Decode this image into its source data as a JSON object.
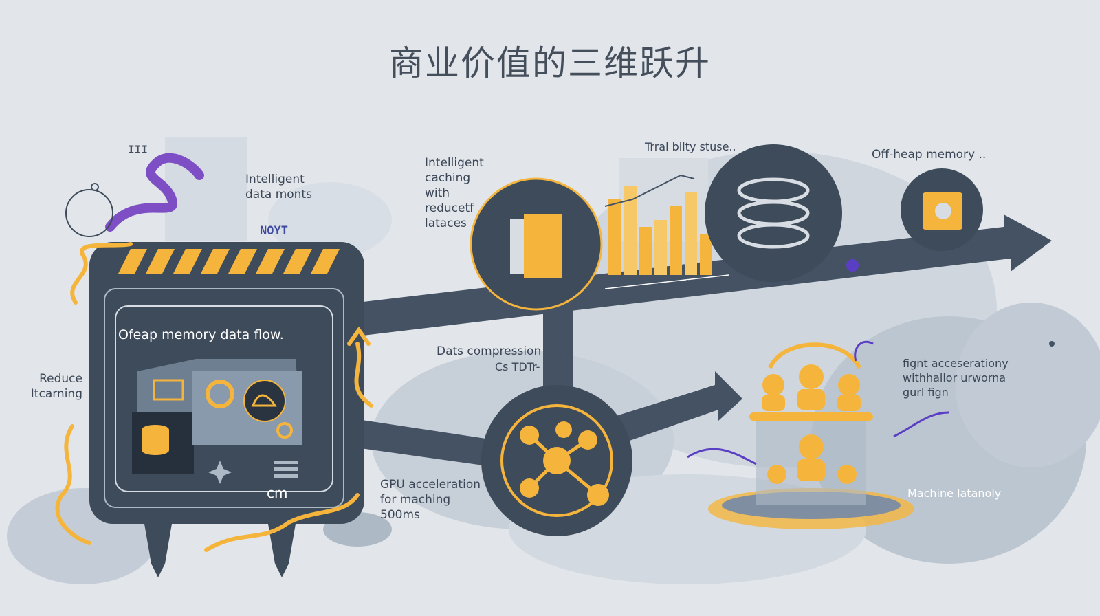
{
  "title": "商业价值的三维跃升",
  "labels": {
    "monitor": "Intelligent\ndata monts",
    "noyt": "NOYT",
    "panel": "Ofeap memory data flow.",
    "reduce": "Reduce\nItcarning",
    "cm": "cm",
    "caching": "Intelligent\ncaching\nwith\nreducetf\nlataces",
    "traceability": "Trral bilty stuse..",
    "offheap": "Off-heap memory ..",
    "compression": "Dats compression",
    "compression_sub": "Cs TDTr-",
    "gpu": "GPU acceleration\nfor maching\n500ms",
    "flight": "fignt acceserationy\nwithhallor urworna\ngurl fign",
    "machine": "Machine latanoly",
    "im": "III"
  },
  "colors": {
    "background": "#e2e6ea",
    "dark": "#3d4a5a",
    "accent": "#f5b53d",
    "purple": "#7e4fc4",
    "text": "#3b4656"
  },
  "icons": [
    "snake-icon",
    "server-panel-icon",
    "gear-icon",
    "cube-node-icon",
    "bar-chart-icon",
    "database-stack-icon",
    "puzzle-node-icon",
    "network-hub-icon",
    "robot-array-icon",
    "arrow-icon"
  ]
}
